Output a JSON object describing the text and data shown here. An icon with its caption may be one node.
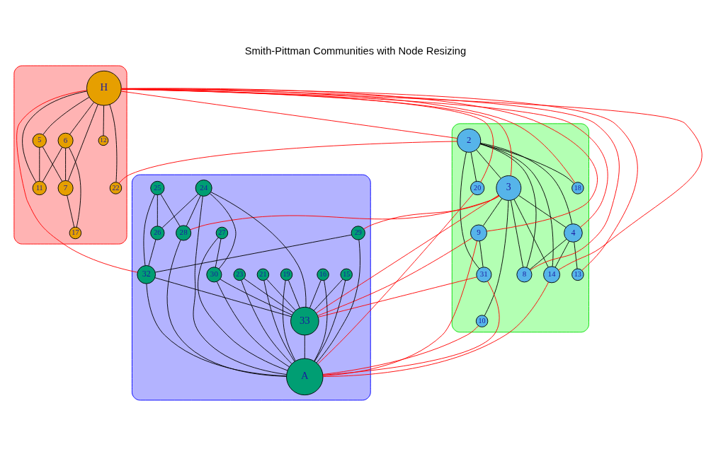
{
  "diagram": {
    "title": "Smith-Pittman Communities with Node Resizing",
    "nodes": [
      {
        "text": [],
        "shape": "blob"
      },
      {
        "text": [],
        "shape": "blob"
      },
      {
        "text": [],
        "shape": "blob"
      },
      {
        "text": [
          "H"
        ],
        "in": 2
      },
      {
        "text": [
          "2"
        ],
        "in": 0
      },
      {
        "text": [
          "3"
        ],
        "in": 0
      },
      {
        "text": [
          "4"
        ],
        "in": 0
      },
      {
        "text": [
          "5"
        ],
        "in": 2
      },
      {
        "text": [
          "6"
        ],
        "in": 2
      },
      {
        "text": [
          "7"
        ],
        "in": 2
      },
      {
        "text": [
          "8"
        ],
        "in": 0
      },
      {
        "text": [
          "9"
        ],
        "in": 0
      },
      {
        "text": [
          "10"
        ],
        "in": 0
      },
      {
        "text": [
          "11"
        ],
        "in": 2
      },
      {
        "text": [
          "12"
        ],
        "in": 2
      },
      {
        "text": [
          "13"
        ],
        "in": 0
      },
      {
        "text": [
          "14"
        ],
        "in": 0
      },
      {
        "text": [
          "15"
        ],
        "in": 1
      },
      {
        "text": [
          "16"
        ],
        "in": 1
      },
      {
        "text": [
          "17"
        ],
        "in": 2
      },
      {
        "text": [
          "18"
        ],
        "in": 0
      },
      {
        "text": [
          "19"
        ],
        "in": 1
      },
      {
        "text": [
          "20"
        ],
        "in": 0
      },
      {
        "text": [
          "21"
        ],
        "in": 1
      },
      {
        "text": [
          "22"
        ],
        "in": 2
      },
      {
        "text": [
          "23"
        ],
        "in": 1
      },
      {
        "text": [
          "24"
        ],
        "in": 1
      },
      {
        "text": [
          "25"
        ],
        "in": 1
      },
      {
        "text": [
          "26"
        ],
        "in": 1
      },
      {
        "text": [
          "27"
        ],
        "in": 1
      },
      {
        "text": [
          "28"
        ],
        "in": 1
      },
      {
        "text": [
          "29"
        ],
        "in": 1
      },
      {
        "text": [
          "30"
        ],
        "in": 1
      },
      {
        "text": [
          "31"
        ],
        "in": 0
      },
      {
        "text": [
          "32"
        ],
        "in": 1
      },
      {
        "text": [
          "33"
        ],
        "in": 1
      },
      {
        "text": [
          "A"
        ],
        "in": 1
      }
    ],
    "edges": [
      {
        "from": 3,
        "to": 4,
        "arrow": "none",
        "color": "#ff0000"
      },
      {
        "from": 3,
        "to": 5,
        "arrow": "none",
        "color": "#ff0000"
      },
      {
        "from": 3,
        "to": 6,
        "arrow": "none",
        "color": "#ff0000"
      },
      {
        "from": 3,
        "to": 7,
        "arrow": "none"
      },
      {
        "from": 3,
        "to": 8,
        "arrow": "none"
      },
      {
        "from": 3,
        "to": 9,
        "arrow": "none"
      },
      {
        "from": 3,
        "to": 10,
        "arrow": "none",
        "color": "#ff0000"
      },
      {
        "from": 3,
        "to": 11,
        "arrow": "none",
        "color": "#ff0000"
      },
      {
        "from": 3,
        "to": 13,
        "arrow": "none"
      },
      {
        "from": 3,
        "to": 14,
        "arrow": "none"
      },
      {
        "from": 3,
        "to": 15,
        "arrow": "none",
        "color": "#ff0000"
      },
      {
        "from": 3,
        "to": 16,
        "arrow": "none",
        "color": "#ff0000"
      },
      {
        "from": 3,
        "to": 20,
        "arrow": "none",
        "color": "#ff0000"
      },
      {
        "from": 3,
        "to": 22,
        "arrow": "none",
        "color": "#ff0000"
      },
      {
        "from": 3,
        "to": 24,
        "arrow": "none"
      },
      {
        "from": 3,
        "to": 34,
        "arrow": "none",
        "color": "#ff0000"
      },
      {
        "from": 4,
        "to": 5,
        "arrow": "none"
      },
      {
        "from": 4,
        "to": 6,
        "arrow": "none"
      },
      {
        "from": 4,
        "to": 10,
        "arrow": "none"
      },
      {
        "from": 4,
        "to": 16,
        "arrow": "none"
      },
      {
        "from": 4,
        "to": 20,
        "arrow": "none"
      },
      {
        "from": 4,
        "to": 22,
        "arrow": "none"
      },
      {
        "from": 4,
        "to": 24,
        "arrow": "none",
        "color": "#ff0000"
      },
      {
        "from": 4,
        "to": 33,
        "arrow": "none"
      },
      {
        "from": 5,
        "to": 6,
        "arrow": "none"
      },
      {
        "from": 5,
        "to": 10,
        "arrow": "none"
      },
      {
        "from": 5,
        "to": 11,
        "arrow": "none"
      },
      {
        "from": 5,
        "to": 12,
        "arrow": "none"
      },
      {
        "from": 5,
        "to": 16,
        "arrow": "none"
      },
      {
        "from": 5,
        "to": 30,
        "arrow": "none",
        "color": "#ff0000"
      },
      {
        "from": 5,
        "to": 31,
        "arrow": "none",
        "color": "#ff0000"
      },
      {
        "from": 5,
        "to": 35,
        "arrow": "none",
        "color": "#ff0000"
      },
      {
        "from": 6,
        "to": 10,
        "arrow": "none"
      },
      {
        "from": 6,
        "to": 15,
        "arrow": "none"
      },
      {
        "from": 6,
        "to": 16,
        "arrow": "none"
      },
      {
        "from": 7,
        "to": 9,
        "arrow": "none"
      },
      {
        "from": 7,
        "to": 13,
        "arrow": "none"
      },
      {
        "from": 8,
        "to": 9,
        "arrow": "none"
      },
      {
        "from": 8,
        "to": 13,
        "arrow": "none"
      },
      {
        "from": 8,
        "to": 19,
        "arrow": "none"
      },
      {
        "from": 9,
        "to": 19,
        "arrow": "none"
      },
      {
        "from": 11,
        "to": 33,
        "arrow": "none"
      },
      {
        "from": 11,
        "to": 35,
        "arrow": "none",
        "color": "#ff0000"
      },
      {
        "from": 11,
        "to": 36,
        "arrow": "none",
        "color": "#ff0000"
      },
      {
        "from": 12,
        "to": 36,
        "arrow": "none",
        "color": "#ff0000"
      },
      {
        "from": 16,
        "to": 36,
        "arrow": "none",
        "color": "#ff0000"
      },
      {
        "from": 17,
        "to": 35,
        "arrow": "none"
      },
      {
        "from": 17,
        "to": 36,
        "arrow": "none"
      },
      {
        "from": 18,
        "to": 35,
        "arrow": "none"
      },
      {
        "from": 18,
        "to": 36,
        "arrow": "none"
      },
      {
        "from": 21,
        "to": 35,
        "arrow": "none"
      },
      {
        "from": 21,
        "to": 36,
        "arrow": "none"
      },
      {
        "from": 22,
        "to": 36,
        "arrow": "none",
        "color": "#ff0000"
      },
      {
        "from": 23,
        "to": 35,
        "arrow": "none"
      },
      {
        "from": 23,
        "to": 36,
        "arrow": "none"
      },
      {
        "from": 25,
        "to": 35,
        "arrow": "none"
      },
      {
        "from": 25,
        "to": 36,
        "arrow": "none"
      },
      {
        "from": 26,
        "to": 28,
        "arrow": "none"
      },
      {
        "from": 26,
        "to": 30,
        "arrow": "none"
      },
      {
        "from": 26,
        "to": 32,
        "arrow": "none"
      },
      {
        "from": 26,
        "to": 35,
        "arrow": "none"
      },
      {
        "from": 26,
        "to": 36,
        "arrow": "none"
      },
      {
        "from": 27,
        "to": 28,
        "arrow": "none"
      },
      {
        "from": 27,
        "to": 30,
        "arrow": "none"
      },
      {
        "from": 27,
        "to": 34,
        "arrow": "none"
      },
      {
        "from": 28,
        "to": 34,
        "arrow": "none"
      },
      {
        "from": 29,
        "to": 32,
        "arrow": "none"
      },
      {
        "from": 29,
        "to": 36,
        "arrow": "none"
      },
      {
        "from": 30,
        "to": 36,
        "arrow": "none"
      },
      {
        "from": 31,
        "to": 34,
        "arrow": "none"
      },
      {
        "from": 31,
        "to": 36,
        "arrow": "none"
      },
      {
        "from": 32,
        "to": 35,
        "arrow": "none"
      },
      {
        "from": 32,
        "to": 36,
        "arrow": "none"
      },
      {
        "from": 33,
        "to": 35,
        "arrow": "none",
        "color": "#ff0000"
      },
      {
        "from": 33,
        "to": 36,
        "arrow": "none",
        "color": "#ff0000"
      },
      {
        "from": 34,
        "to": 35,
        "arrow": "none"
      },
      {
        "from": 34,
        "to": 36,
        "arrow": "none"
      },
      {
        "from": 35,
        "to": 36,
        "arrow": "none"
      }
    ]
  }
}
